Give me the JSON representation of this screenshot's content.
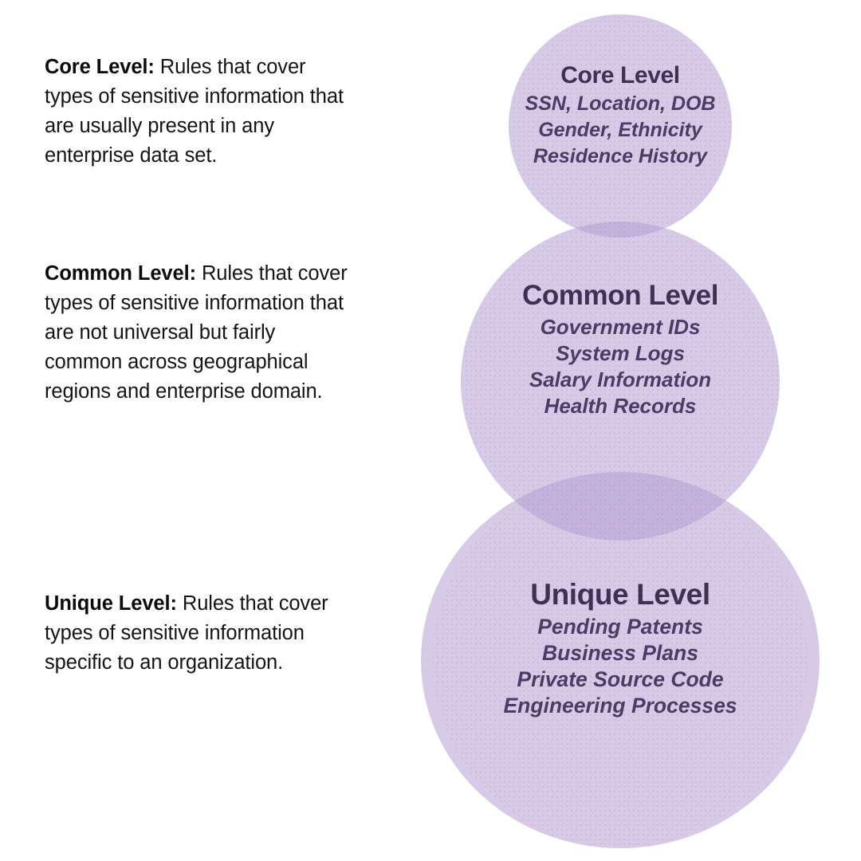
{
  "diagram": {
    "type": "venn-stack",
    "background": "#ffffff",
    "circle_fill": "#b69ed2",
    "circle_opacity": 0.55,
    "overlap_fill": "#b2a0cd",
    "title_color": "#3b3254",
    "items_color": "#4a3d63",
    "body_text_color": "#141414"
  },
  "descriptions": [
    {
      "id": "core",
      "lead": "Core Level:",
      "body": " Rules that cover types of sensitive information that are usually present in any enterprise data set."
    },
    {
      "id": "common",
      "lead": "Common Level:",
      "body": " Rules that cover types of sensitive information that are not universal but fairly common across geographical regions and enterprise domain."
    },
    {
      "id": "unique",
      "lead": "Unique Level:",
      "body": " Rules that cover types of sensitive information specific to an organization."
    }
  ],
  "circles": [
    {
      "id": "core",
      "title": "Core Level",
      "items": [
        "SSN, Location, DOB",
        "Gender, Ethnicity",
        "Residence History"
      ]
    },
    {
      "id": "common",
      "title": "Common Level",
      "items": [
        "Government IDs",
        "System Logs",
        "Salary Information",
        "Health Records"
      ]
    },
    {
      "id": "unique",
      "title": "Unique Level",
      "items": [
        "Pending Patents",
        "Business Plans",
        "Private Source Code",
        "Engineering Processes"
      ]
    }
  ]
}
